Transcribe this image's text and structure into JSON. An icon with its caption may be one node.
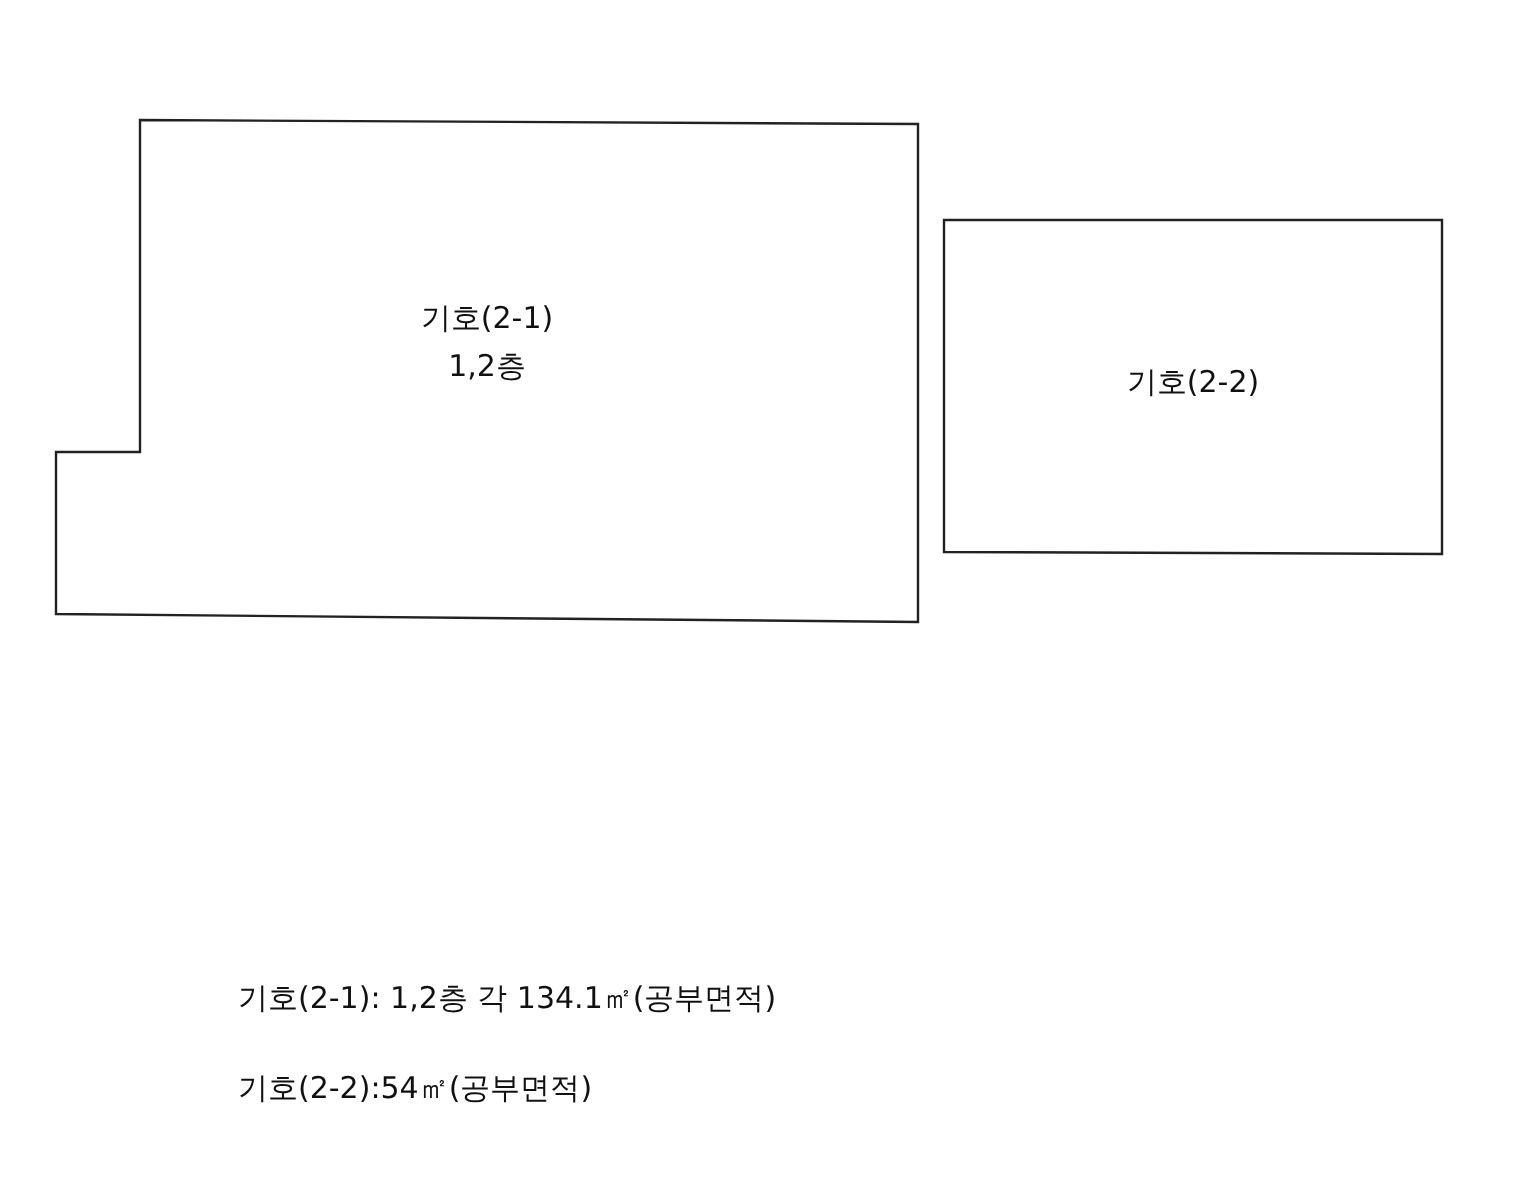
{
  "diagram": {
    "nodes": [
      {
        "text": [
          "기호(2-1)",
          "1,2층"
        ]
      },
      {
        "text": [
          "기호(2-2)"
        ]
      }
    ],
    "labels": [
      "기호(2-1): 1,2층 각 134.1㎡(공부면적)",
      "기호(2-2):54㎡(공부면적)"
    ]
  }
}
